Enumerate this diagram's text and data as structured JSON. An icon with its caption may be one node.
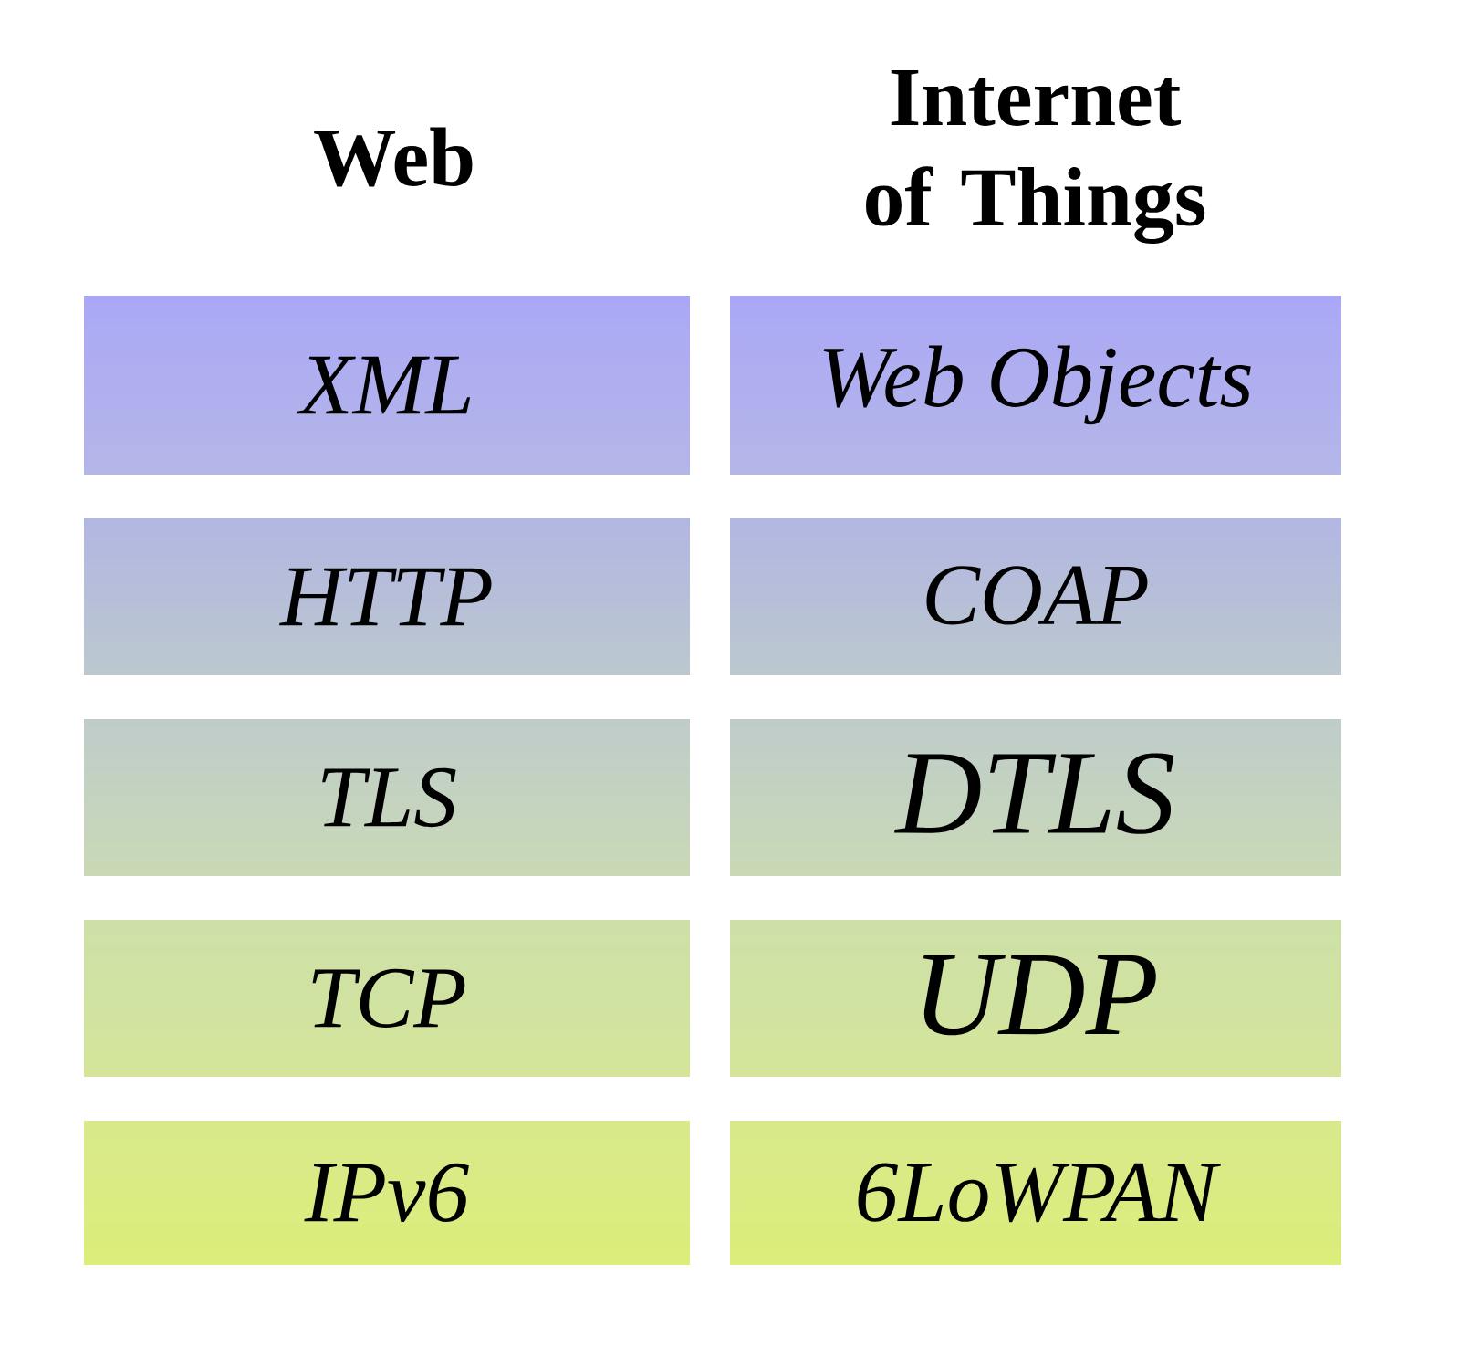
{
  "diagram": {
    "nodes": [
      {
        "text": [
          "XML"
        ]
      },
      {
        "text": [
          "Web Objects"
        ]
      },
      {
        "text": [
          "HTTP"
        ]
      },
      {
        "text": [
          "COAP"
        ]
      },
      {
        "text": [
          "TLS"
        ]
      },
      {
        "text": [
          "DTLS"
        ]
      },
      {
        "text": [
          "TCP"
        ]
      },
      {
        "text": [
          "UDP"
        ]
      },
      {
        "text": [
          "IPv6"
        ]
      },
      {
        "text": [
          "6LoWPAN"
        ]
      }
    ],
    "labels": [
      "Web",
      "Internet of Things"
    ]
  }
}
